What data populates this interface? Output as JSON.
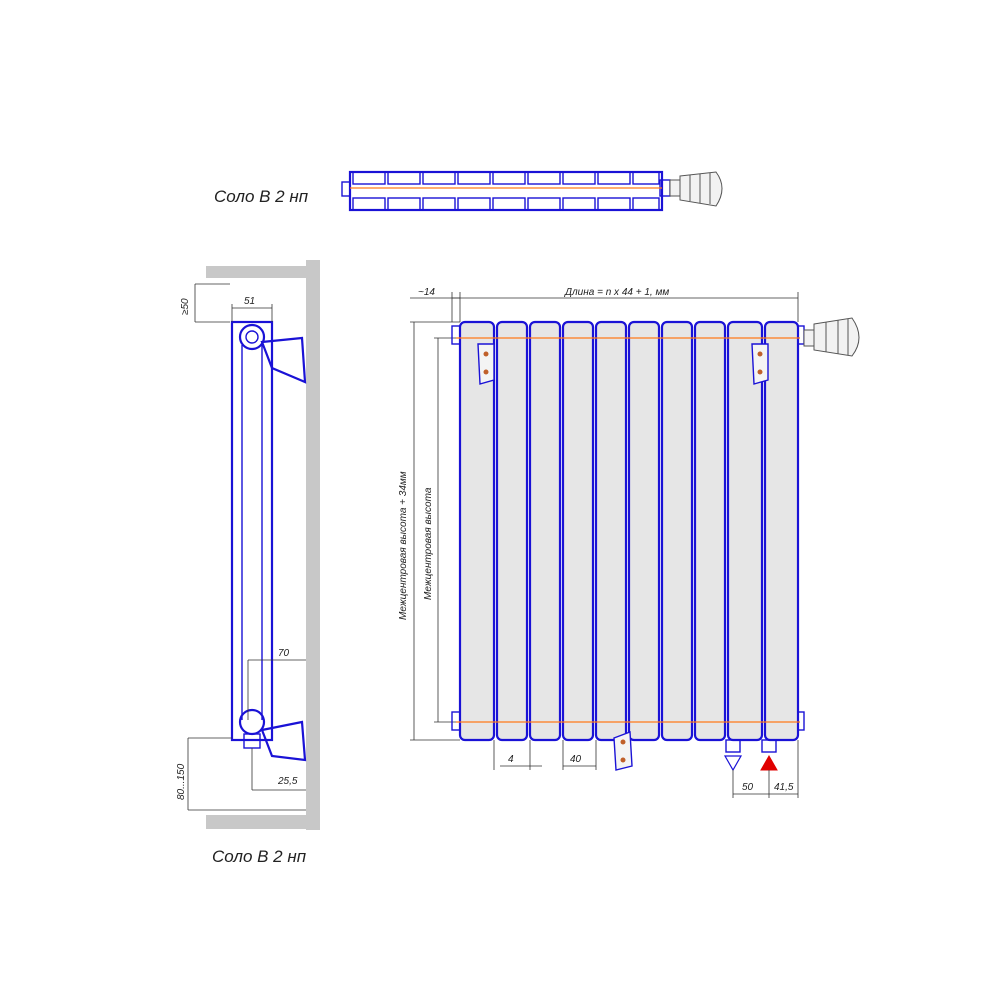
{
  "titles": {
    "top_view": "Соло В 2 нп",
    "side_view": "Соло В 2 нп"
  },
  "dimensions": {
    "wall_gap": "≥50",
    "depth": "51",
    "connection_offset": "70",
    "pipe_offset": "25,5",
    "floor_gap": "80...150",
    "side_offset": "~14",
    "length_formula": "Длина = n x 44 + 1, мм",
    "height_total": "Межцентровая высота + 34мм",
    "height_center": "Межцентровая высота",
    "panel_gap": "4",
    "panel_width": "40",
    "connection_spacing": "50",
    "connection_edge": "41,5"
  },
  "colors": {
    "outline": "#1a12d6",
    "panel_fill": "#e6e6e6",
    "manifold_line": "#ff7a1a",
    "wall": "#c8c8c8",
    "supply_marker": "#e00000"
  },
  "icons": {
    "thermostat": "thermostat-head-icon",
    "supply": "supply-arrow-icon",
    "return": "return-arrow-icon"
  }
}
